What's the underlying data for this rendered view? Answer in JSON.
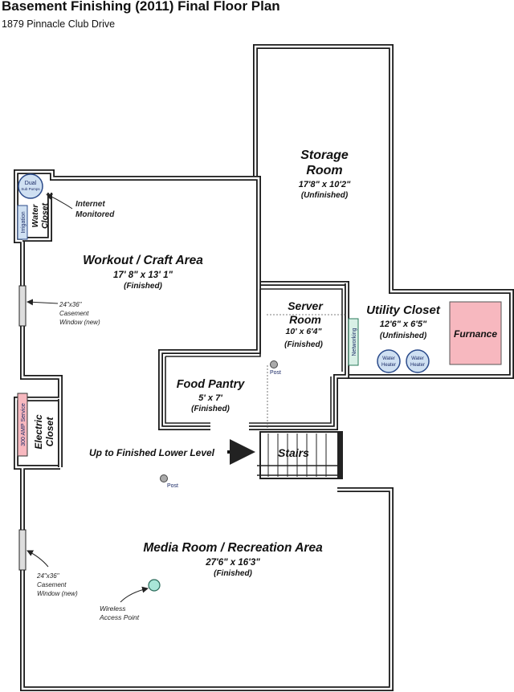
{
  "header": {
    "title": "Basement Finishing (2011) Final Floor Plan",
    "address": "1879 Pinnacle Club Drive"
  },
  "rooms": {
    "storage": {
      "name_line1": "Storage",
      "name_line2": "Room",
      "size": "17'8\" x 10'2\"",
      "status": "(Unfinished)"
    },
    "workout": {
      "name": "Workout / Craft Area",
      "size": "17' 8\" x 13' 1\"",
      "status": "(Finished)"
    },
    "server": {
      "name_line1": "Server",
      "name_line2": "Room",
      "size": "10' x 6'4\"",
      "status": "(Finished)"
    },
    "utility": {
      "name": "Utility Closet",
      "size": "12'6\" x 6'5\"",
      "status": "(Unfinished)"
    },
    "pantry": {
      "name": "Food Pantry",
      "size": "5' x 7'",
      "status": "(Finished)"
    },
    "media": {
      "name": "Media Room / Recreation Area",
      "size": "27'6\" x 16'3\"",
      "status": "(Finished)"
    },
    "water_closet": {
      "line1": "Water",
      "line2": "Closet"
    },
    "electric_closet": {
      "line1": "Electric",
      "line2": "Closet"
    }
  },
  "labels": {
    "irrigation": "Irrigation",
    "sump_line1": "Dual",
    "sump_line2": "Sub Pumps",
    "internet_line1": "Internet",
    "internet_line2": "Monitored",
    "window1_line1": "24\"x36\"",
    "window1_line2": "Casement",
    "window1_line3": "Window (new)",
    "window2_line1": "24\"x36\"",
    "window2_line2": "Casement",
    "window2_line3": "Window (new)",
    "amp_service": "300 AMP Service",
    "networking": "Networking",
    "water_heater_line1": "Water",
    "water_heater_line2": "Heater",
    "furnace": "Furnance",
    "post": "Post",
    "stairs": "Stairs",
    "up_to_lower": "Up to Finished Lower Level",
    "wireless_line1": "Wireless",
    "wireless_line2": "Access Point"
  },
  "colors": {
    "wall": "#1a1a1a",
    "furnace_fill": "#f7b8bf",
    "amp_fill": "#f7b8bf",
    "networking_fill": "#d8f0e6",
    "water_heater_fill": "#cfe0f2",
    "sump_fill": "#cfe0f2",
    "irrigation_fill": "#cfe0f2",
    "wap_fill": "#a8e6d8"
  },
  "icons": {
    "arrow": "arrow-right-icon",
    "post": "post-dot-icon",
    "wap": "wireless-access-point-icon"
  }
}
